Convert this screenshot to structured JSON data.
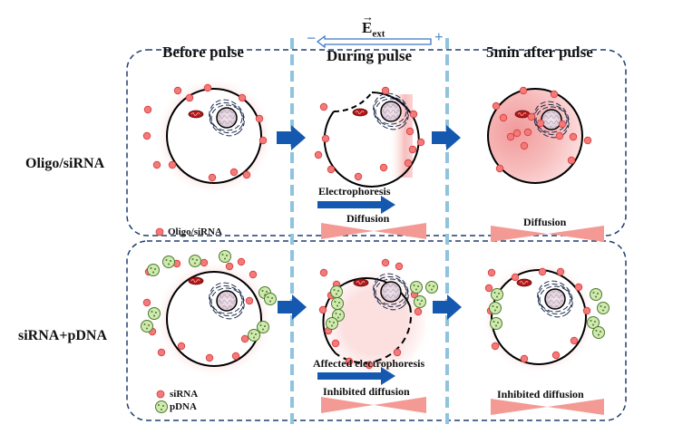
{
  "field": {
    "symbol": "E",
    "subscript": "ext",
    "minus": "−",
    "plus": "+"
  },
  "columns": [
    "Before pulse",
    "During pulse",
    "5min after pulse"
  ],
  "rows": [
    "Oligo/siRNA",
    "siRNA+pDNA"
  ],
  "top_panel": {
    "electrophoresis_label": "Electrophoresis",
    "diffusion_during_label": "Diffusion",
    "diffusion_after_label": "Diffusion",
    "legend_oligo": "Oligo/siRNA"
  },
  "bottom_panel": {
    "electrophoresis_label": "Affected electrophoresis",
    "diffusion_during_label": "Inhibited diffusion",
    "diffusion_after_label": "Inhibited diffusion",
    "legend_sirna": "siRNA",
    "legend_pdna": "pDNA"
  },
  "colors": {
    "sirna": "#f27a7a",
    "sirna_stroke": "#d93a3a",
    "pdna": "#cfe9b0",
    "pdna_stroke": "#4a7a2a",
    "panel_border": "#1f3f73",
    "divider": "#8fc4e0",
    "arrow": "#1558b0",
    "wedge": "#f49a94",
    "glow": "#f8c3c3"
  }
}
